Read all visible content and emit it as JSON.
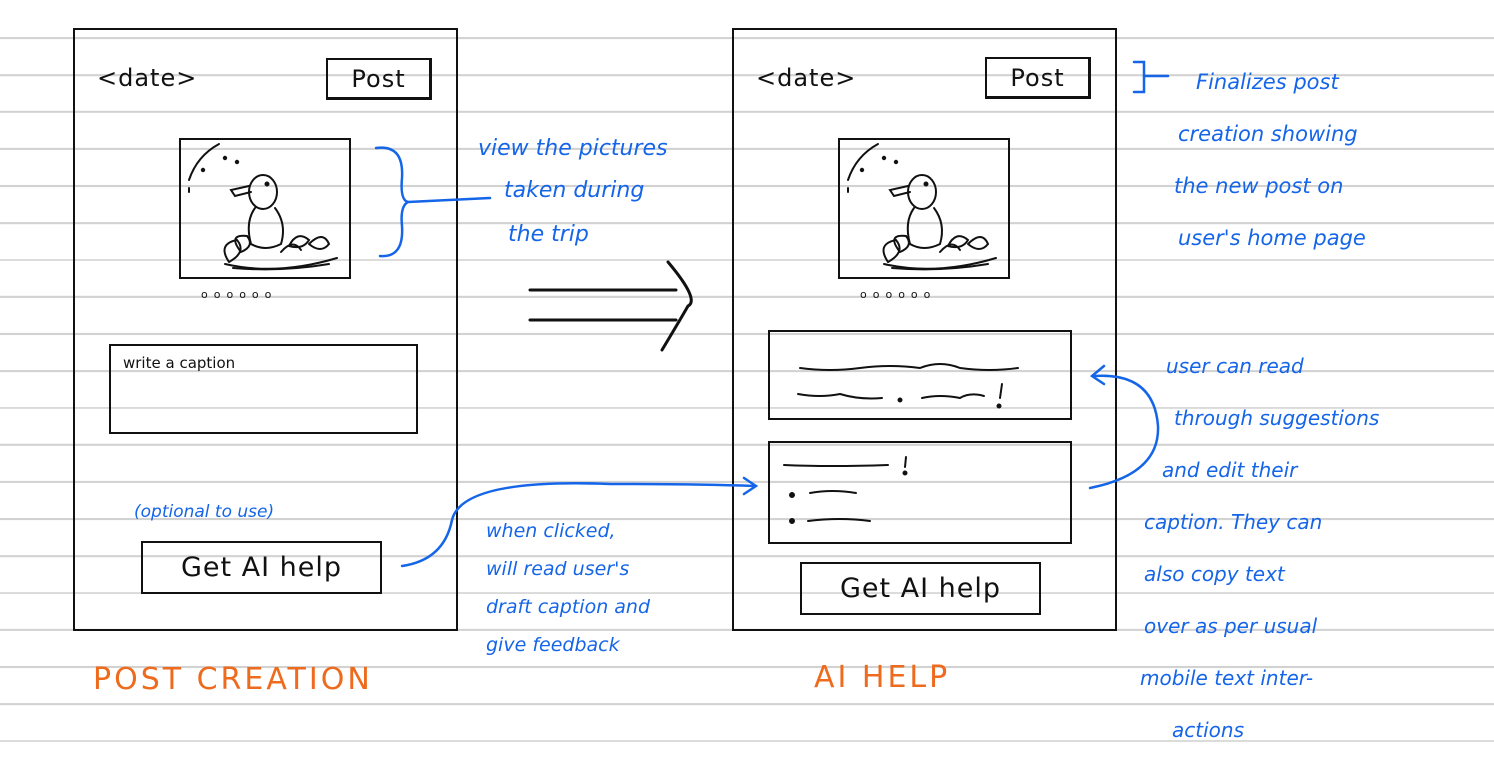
{
  "screens": {
    "post_creation": {
      "date_label": "<date>",
      "post_button": "Post",
      "photo_dots": "oooooo",
      "caption_placeholder": "write a caption",
      "ai_help_button": "Get AI help",
      "title": "POST CREATION"
    },
    "ai_help": {
      "date_label": "<date>",
      "post_button": "Post",
      "photo_dots": "oooooo",
      "ai_help_button": "Get AI help",
      "title": "AI HELP"
    }
  },
  "annotations": {
    "pictures": [
      "view the pictures",
      "taken during",
      "the trip"
    ],
    "optional": "(optional to use)",
    "click_behavior": [
      "when clicked,",
      "will read user's",
      "draft caption and",
      "give feedback"
    ],
    "finalize": [
      "Finalizes post",
      "creation showing",
      "the new post on",
      "user's home page"
    ],
    "suggestions": [
      "user can read",
      "through suggestions",
      "and edit their",
      "caption. They can",
      "also copy text",
      "over as per usual",
      "mobile text inter-",
      "actions"
    ]
  },
  "colors": {
    "annotation": "#1565e8",
    "title": "#ee6a1c",
    "sketch": "#111111",
    "ruled_line": "#d2d2d2"
  }
}
